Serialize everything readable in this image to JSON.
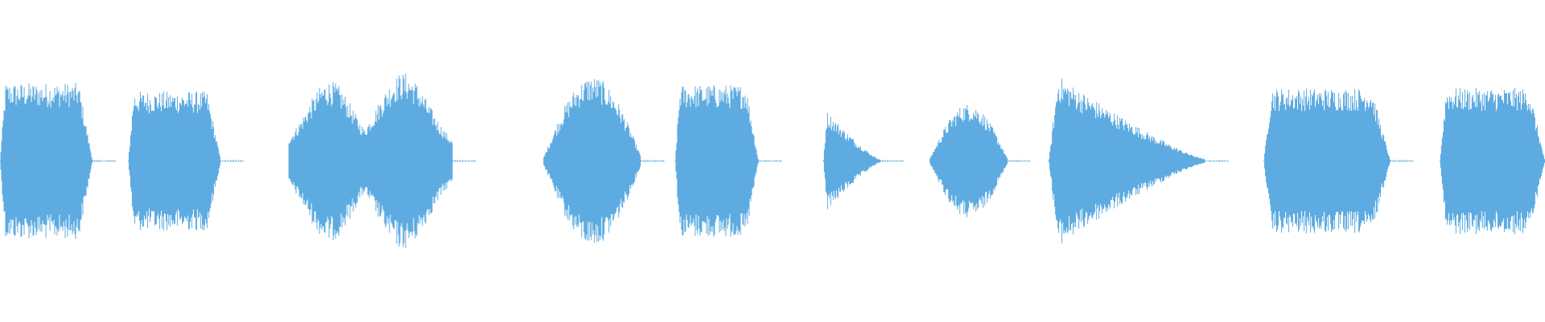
{
  "waveform": {
    "color": "#5dabe1",
    "background": "#ffffff",
    "duration_seconds": 1.0,
    "segments": [
      {
        "id": "seg-1",
        "start": 0.0,
        "end": 0.06,
        "amplitude": 0.46,
        "shape": "sustain"
      },
      {
        "id": "seg-2",
        "start": 0.083,
        "end": 0.143,
        "amplitude": 0.41,
        "shape": "sustain"
      },
      {
        "id": "seg-3",
        "start": 0.187,
        "end": 0.293,
        "amplitude": 0.52,
        "shape": "double"
      },
      {
        "id": "seg-4",
        "start": 0.352,
        "end": 0.415,
        "amplitude": 0.5,
        "shape": "bell"
      },
      {
        "id": "seg-5",
        "start": 0.437,
        "end": 0.491,
        "amplitude": 0.45,
        "shape": "sustain"
      },
      {
        "id": "seg-6",
        "start": 0.533,
        "end": 0.57,
        "amplitude": 0.31,
        "shape": "decay"
      },
      {
        "id": "seg-7",
        "start": 0.602,
        "end": 0.652,
        "amplitude": 0.34,
        "shape": "bell"
      },
      {
        "id": "seg-8",
        "start": 0.679,
        "end": 0.78,
        "amplitude": 0.53,
        "shape": "decay"
      },
      {
        "id": "seg-9",
        "start": 0.818,
        "end": 0.9,
        "amplitude": 0.43,
        "shape": "sustain"
      },
      {
        "id": "seg-10",
        "start": 0.932,
        "end": 1.0,
        "amplitude": 0.43,
        "shape": "sustain"
      }
    ]
  }
}
